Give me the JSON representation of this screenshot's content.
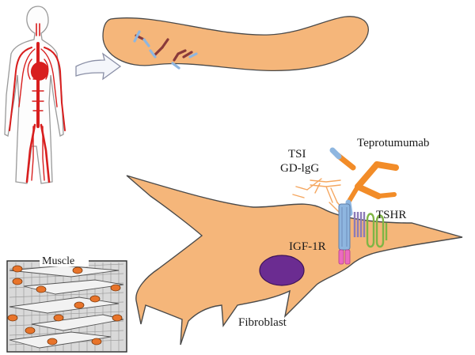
{
  "labels": {
    "teprotumumab": "Teprotumumab",
    "tsi": "TSI",
    "gd_igg": "GD-lgG",
    "tshr": "TSHR",
    "igf1r": "IGF-1R",
    "muscle": "Muscle",
    "fibroblast": "Fibroblast"
  },
  "colors": {
    "vessel": "#f5b67a",
    "cell": "#f5b67a",
    "outline": "#4a4a4a",
    "nucleus": "#6b2c91",
    "artery": "#d81e1e",
    "antibody_orange": "#f28c28",
    "antibody_blue": "#8eb6e0",
    "receptor_green": "#7fb545",
    "receptor_purple": "#8c7bb8",
    "muscle_nucleus": "#e8742a"
  },
  "icons": {
    "arrow": "curved-arrow-icon"
  }
}
